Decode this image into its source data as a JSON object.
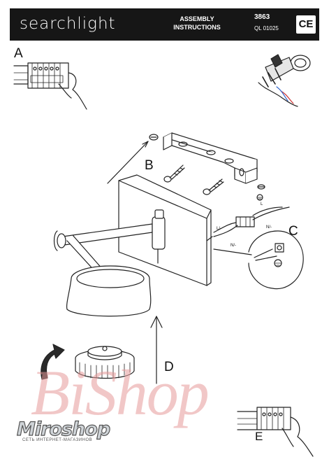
{
  "header": {
    "brand": "searchlight",
    "title_line1": "ASSEMBLY",
    "title_line2": "INSTRUCTIONS",
    "model": "3863",
    "ref": "QL 01025",
    "ce_mark": "CE"
  },
  "steps": {
    "a": "A",
    "b": "B",
    "c": "C",
    "d": "D",
    "e": "E"
  },
  "wire_labels": {
    "l1": "L",
    "l2": "L/-",
    "n1": "N/-",
    "n2": "N/-"
  },
  "watermark": {
    "text": "BiShop",
    "shop_name": "Miroshop",
    "shop_tagline": "СЕТЬ ИНТЕРНЕТ-МАГАЗИНОВ"
  }
}
